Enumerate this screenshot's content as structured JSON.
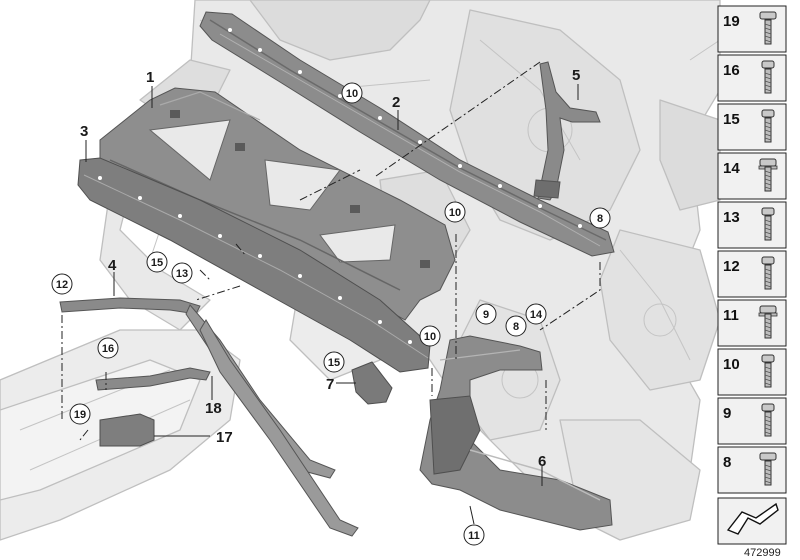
{
  "colors": {
    "ghost_fill": "#e7e7e7",
    "ghost_stroke": "#bdbdbd",
    "part_fill": "#8a8a8a",
    "part_dark": "#5d5d5d",
    "part_light": "#a6a6a6",
    "legend_bg": "#f1f1f1",
    "legend_border": "#222222"
  },
  "callouts": {
    "c1": "1",
    "c2": "2",
    "c3": "3",
    "c4": "4",
    "c5": "5",
    "c6": "6",
    "c7": "7",
    "c17": "17",
    "c18": "18",
    "c10a": "10",
    "c10b": "10",
    "c10c": "10",
    "c8a": "8",
    "c8b": "8",
    "c9": "9",
    "c14": "14",
    "c12": "12",
    "c13": "13",
    "c15a": "15",
    "c15b": "15",
    "c16": "16",
    "c19": "19",
    "c11": "11"
  },
  "legend": [
    {
      "number": "19",
      "icon": "flange-hex-bolt-icon"
    },
    {
      "number": "16",
      "icon": "hex-bolt-icon"
    },
    {
      "number": "15",
      "icon": "pan-head-screw-icon"
    },
    {
      "number": "14",
      "icon": "expansion-rivet-icon"
    },
    {
      "number": "13",
      "icon": "collar-nut-icon"
    },
    {
      "number": "12",
      "icon": "round-head-bolt-icon"
    },
    {
      "number": "11",
      "icon": "self-tapping-screw-icon"
    },
    {
      "number": "10",
      "icon": "washer-nut-icon"
    },
    {
      "number": "9",
      "icon": "hex-bolt-with-washer-icon"
    },
    {
      "number": "8",
      "icon": "flange-bolt-icon"
    }
  ],
  "legend_footer_icon": "direction-arrow-icon",
  "doc_number": "472999"
}
